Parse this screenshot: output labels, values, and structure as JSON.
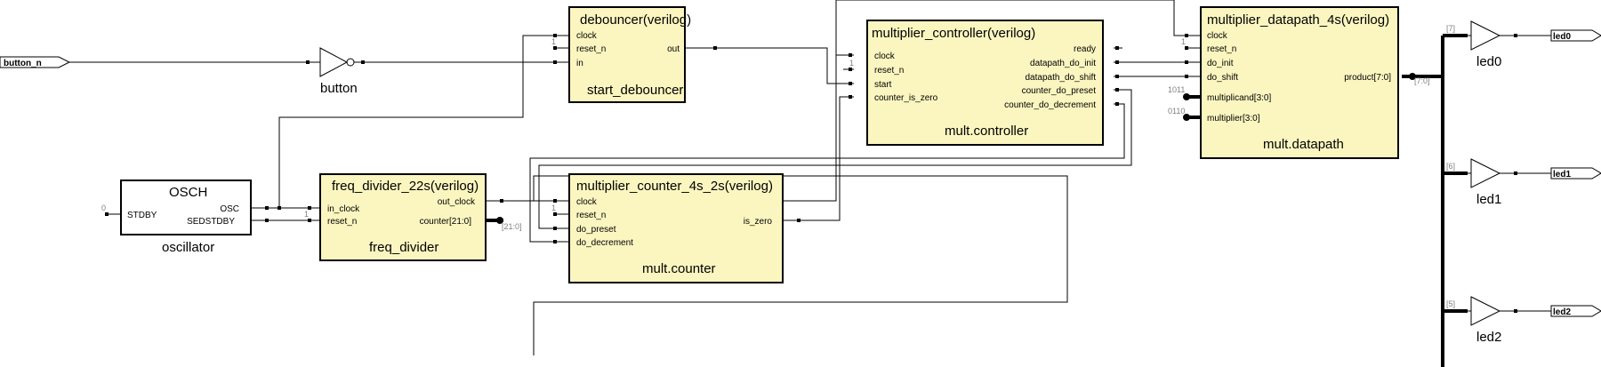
{
  "ports": {
    "button_n": "button_n",
    "led0": "led0",
    "led1": "led1",
    "led2": "led2"
  },
  "gates": {
    "button": "button",
    "led0": "led0",
    "led1": "led1",
    "led2": "led2"
  },
  "blocks": {
    "debouncer": {
      "title": "debouncer(verilog)",
      "instance": "start_debouncer",
      "pins": {
        "clock": "clock",
        "reset_n": "reset_n",
        "in": "in",
        "out": "out"
      }
    },
    "controller": {
      "title": "multiplier_controller(verilog)",
      "instance": "mult.controller",
      "pins": {
        "clock": "clock",
        "reset_n": "reset_n",
        "start": "start",
        "counter_is_zero": "counter_is_zero",
        "ready": "ready",
        "datapath_do_init": "datapath_do_init",
        "datapath_do_shift": "datapath_do_shift",
        "counter_do_preset": "counter_do_preset",
        "counter_do_decrement": "counter_do_decrement"
      }
    },
    "datapath": {
      "title": "multiplier_datapath_4s(verilog)",
      "instance": "mult.datapath",
      "pins": {
        "clock": "clock",
        "reset_n": "reset_n",
        "do_init": "do_init",
        "do_shift": "do_shift",
        "multiplicand": "multiplicand[3:0]",
        "multiplier": "multiplier[3:0]",
        "product": "product[7:0]"
      }
    },
    "osch": {
      "title": "OSCH",
      "instance": "oscillator",
      "pins": {
        "stdby": "STDBY",
        "osc": "OSC",
        "sedstdby": "SEDSTDBY"
      }
    },
    "freq_divider": {
      "title": "freq_divider_22s(verilog)",
      "instance": "freq_divider",
      "pins": {
        "in_clock": "in_clock",
        "reset_n": "reset_n",
        "out_clock": "out_clock",
        "counter": "counter[21:0]"
      }
    },
    "counter": {
      "title": "multiplier_counter_4s_2s(verilog)",
      "instance": "mult.counter",
      "pins": {
        "clock": "clock",
        "reset_n": "reset_n",
        "do_preset": "do_preset",
        "do_decrement": "do_decrement",
        "is_zero": "is_zero"
      }
    }
  },
  "constants": {
    "one_a": "1",
    "one_b": "1",
    "one_c": "1",
    "one_d": "1",
    "one_e": "1",
    "zero": "0",
    "multiplicand_val": "1011",
    "multiplier_val": "0110"
  },
  "bus_labels": {
    "counter_range": "[21:0]",
    "product_range": "[7:0]",
    "bit7": "[7]",
    "bit6": "[6]",
    "bit5": "[5]"
  }
}
